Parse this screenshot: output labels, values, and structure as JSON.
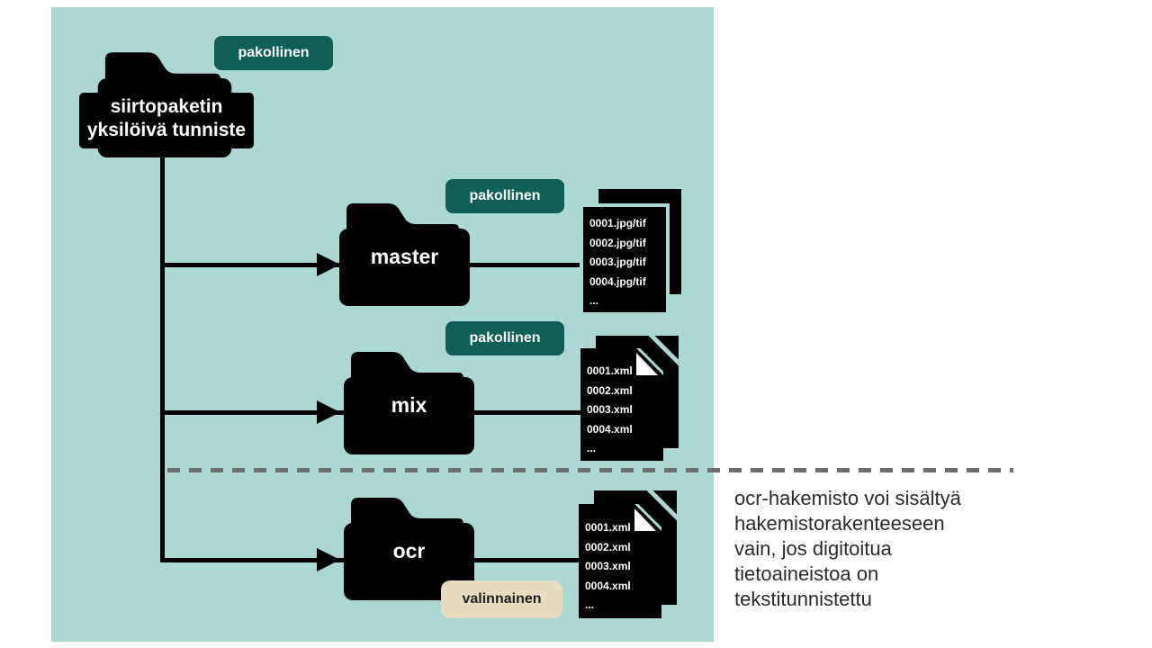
{
  "colors": {
    "panel_background": "#abd8d2",
    "mandatory_badge_bg": "#0e5f56",
    "mandatory_badge_text": "#ffffff",
    "optional_badge_bg": "#e7dbc0",
    "optional_badge_text": "#1f1f1f",
    "shape_color": "#000000",
    "divider_color": "#6e6e6e"
  },
  "root": {
    "label_line1": "siirtopaketin",
    "label_line2": "yksilöivä tunniste",
    "badge": "pakollinen"
  },
  "folders": [
    {
      "name": "master",
      "badge": "pakollinen",
      "files": [
        "0001.jpg/tif",
        "0002.jpg/tif",
        "0003.jpg/tif",
        "0004.jpg/tif",
        "..."
      ]
    },
    {
      "name": "mix",
      "badge": "pakollinen",
      "files": [
        "0001.xml",
        "0002.xml",
        "0003.xml",
        "0004.xml",
        "..."
      ]
    },
    {
      "name": "ocr",
      "badge": "valinnainen",
      "files": [
        "0001.xml",
        "0002.xml",
        "0003.xml",
        "0004.xml",
        "..."
      ]
    }
  ],
  "note": {
    "lines": [
      "ocr-hakemisto voi sisältyä",
      "hakemistorakenteeseen",
      "vain, jos digitoitua",
      "tietoaineistoa on",
      "tekstitunnistettu"
    ]
  }
}
